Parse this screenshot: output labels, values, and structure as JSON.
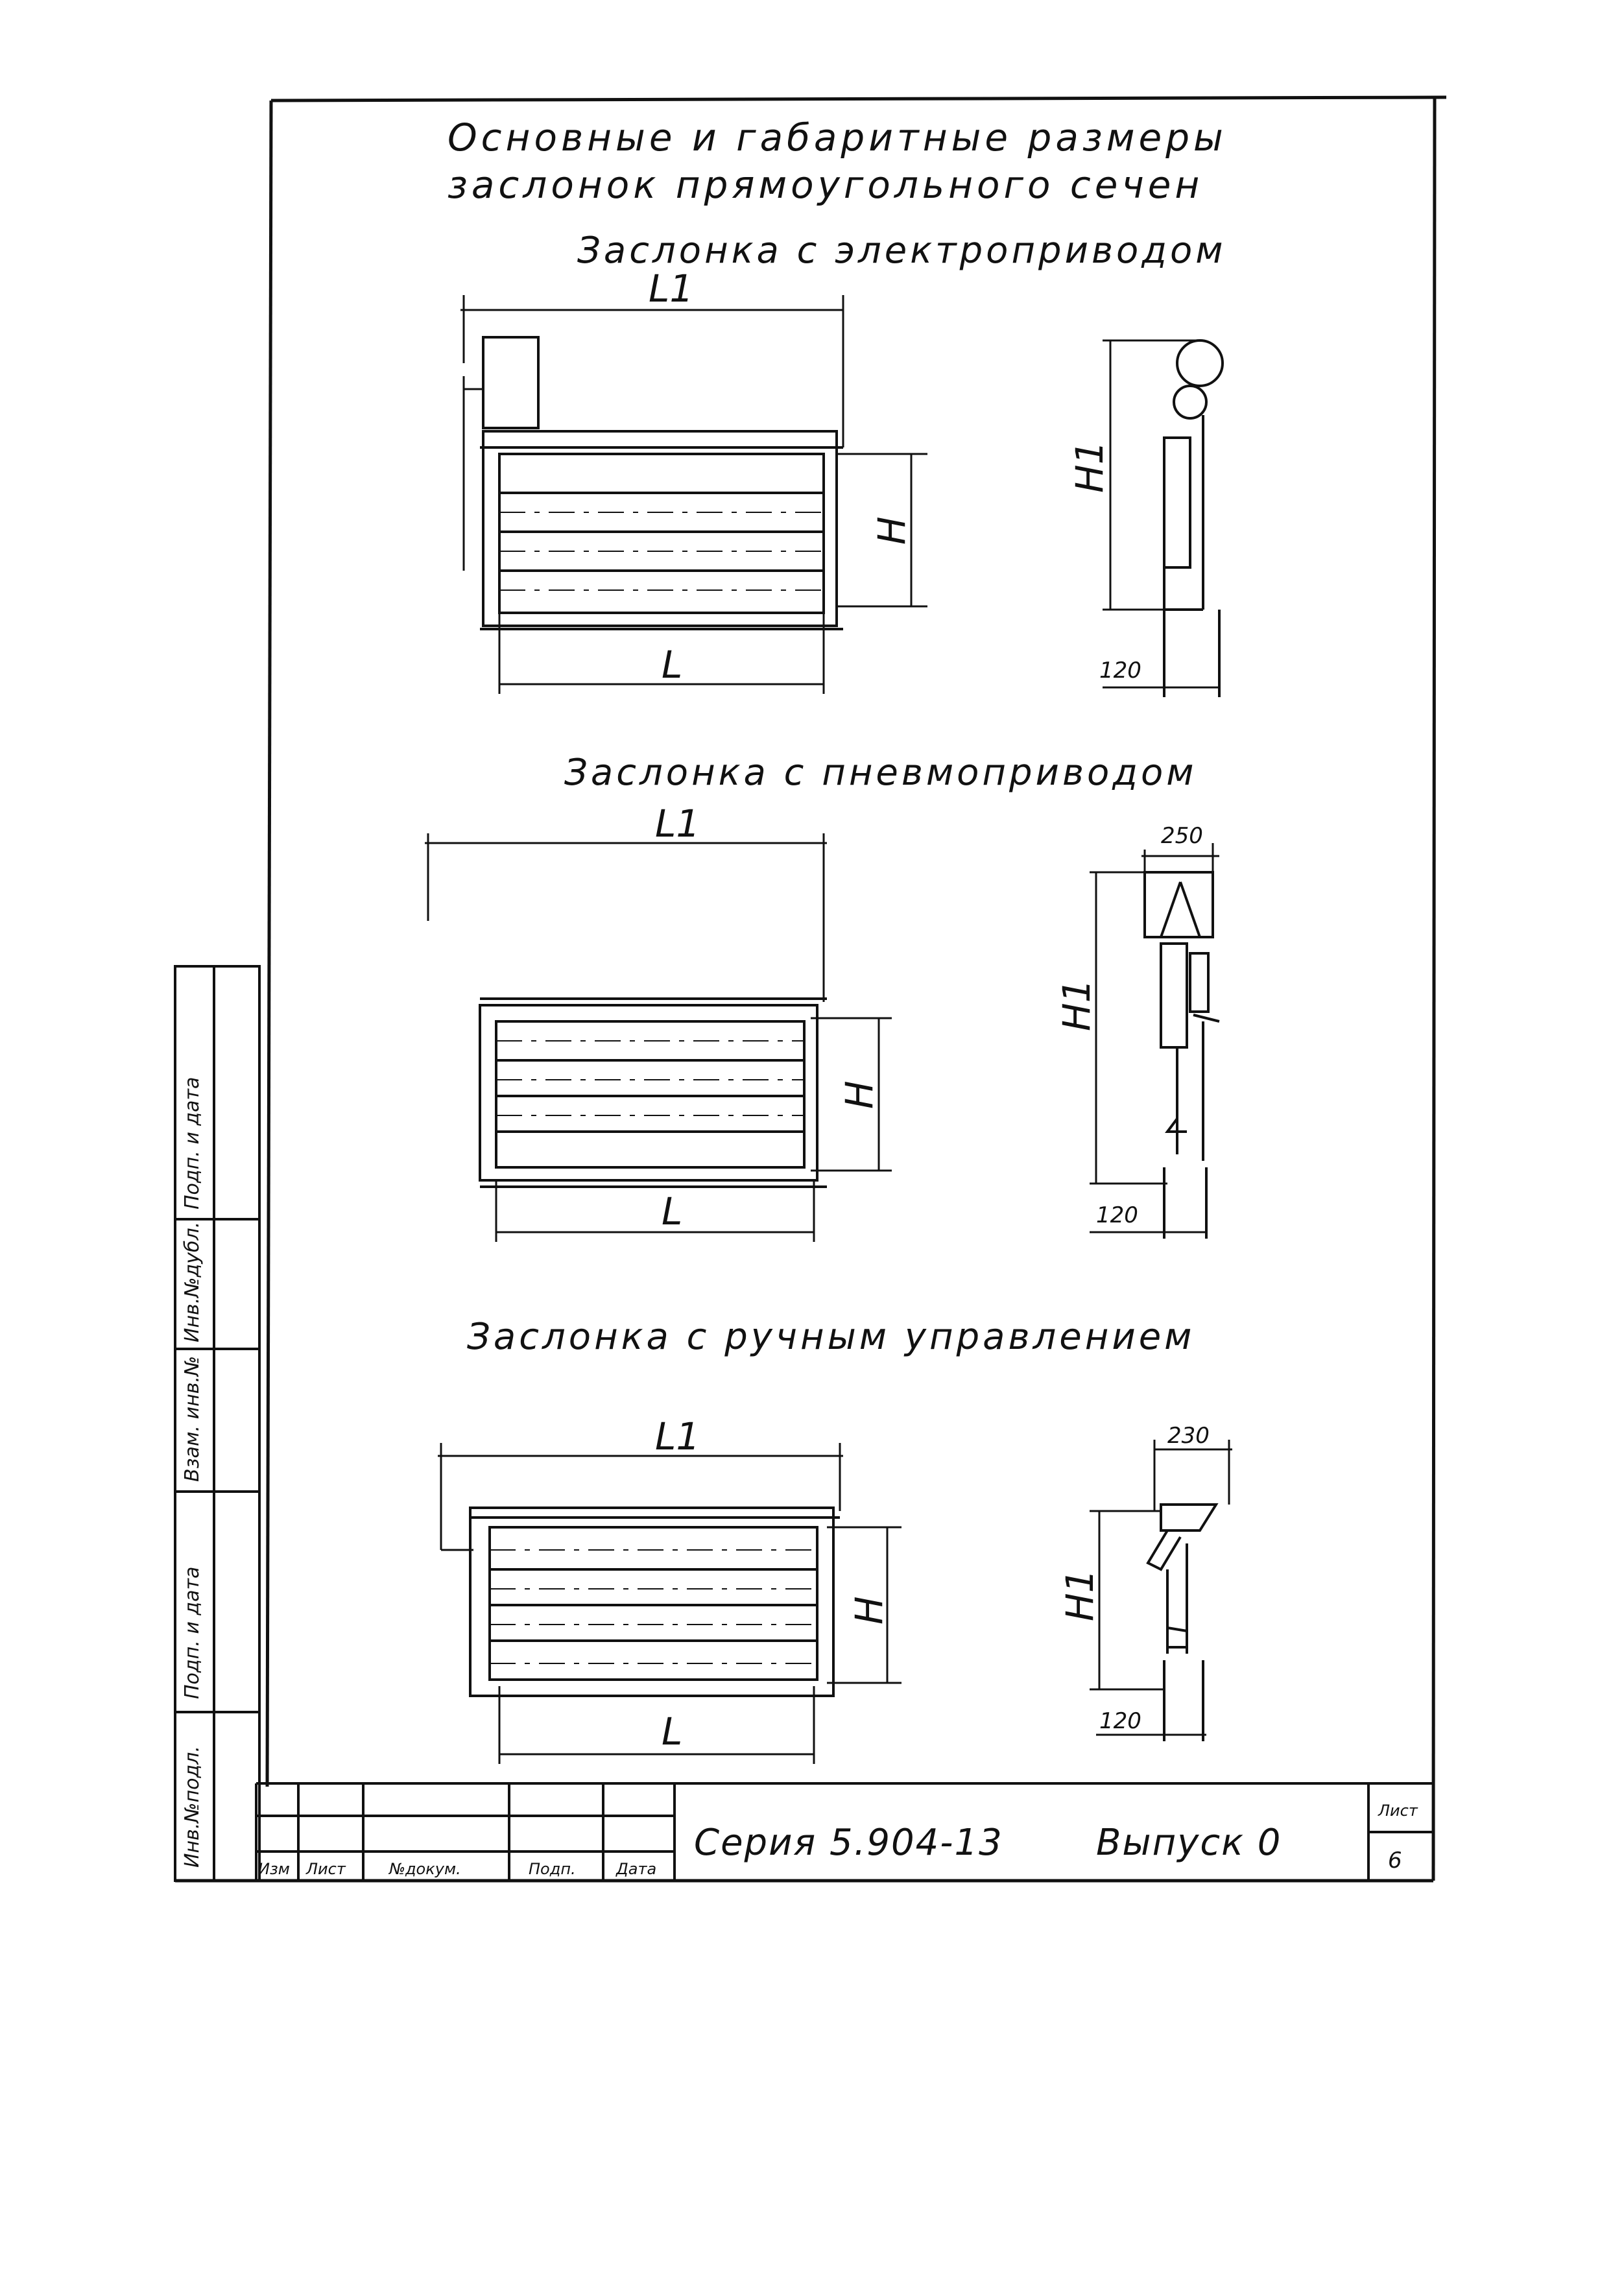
{
  "title": {
    "line1": "Основные и габаритные размеры",
    "line2": "заслонок прямоугольного сечен"
  },
  "views": [
    {
      "caption": "Заслонка с электроприводом",
      "length_overall": "L1",
      "length": "L",
      "height": "H",
      "height_overall": "H1",
      "depth": "120"
    },
    {
      "caption": "Заслонка с пневмоприводом",
      "length_overall": "L1",
      "length": "L",
      "height": "H",
      "height_overall": "H1",
      "depth": "120",
      "top_width": "250"
    },
    {
      "caption": "Заслонка с ручным управлением",
      "length_overall": "L1",
      "length": "L",
      "height": "H",
      "height_overall": "H1",
      "depth": "120",
      "top_width": "230"
    }
  ],
  "side_stamp": [
    "Инв.№подл.",
    "Подп. и дата",
    "Взам. инв.№",
    "Инв.№дубл.",
    "Подп. и дата"
  ],
  "title_block": {
    "columns": [
      "Изм",
      "Лист",
      "№докум.",
      "Подп.",
      "Дата"
    ],
    "series": "Серия 5.904-13",
    "issue": "Выпуск 0",
    "sheet_label": "Лист",
    "sheet_number": "6"
  }
}
